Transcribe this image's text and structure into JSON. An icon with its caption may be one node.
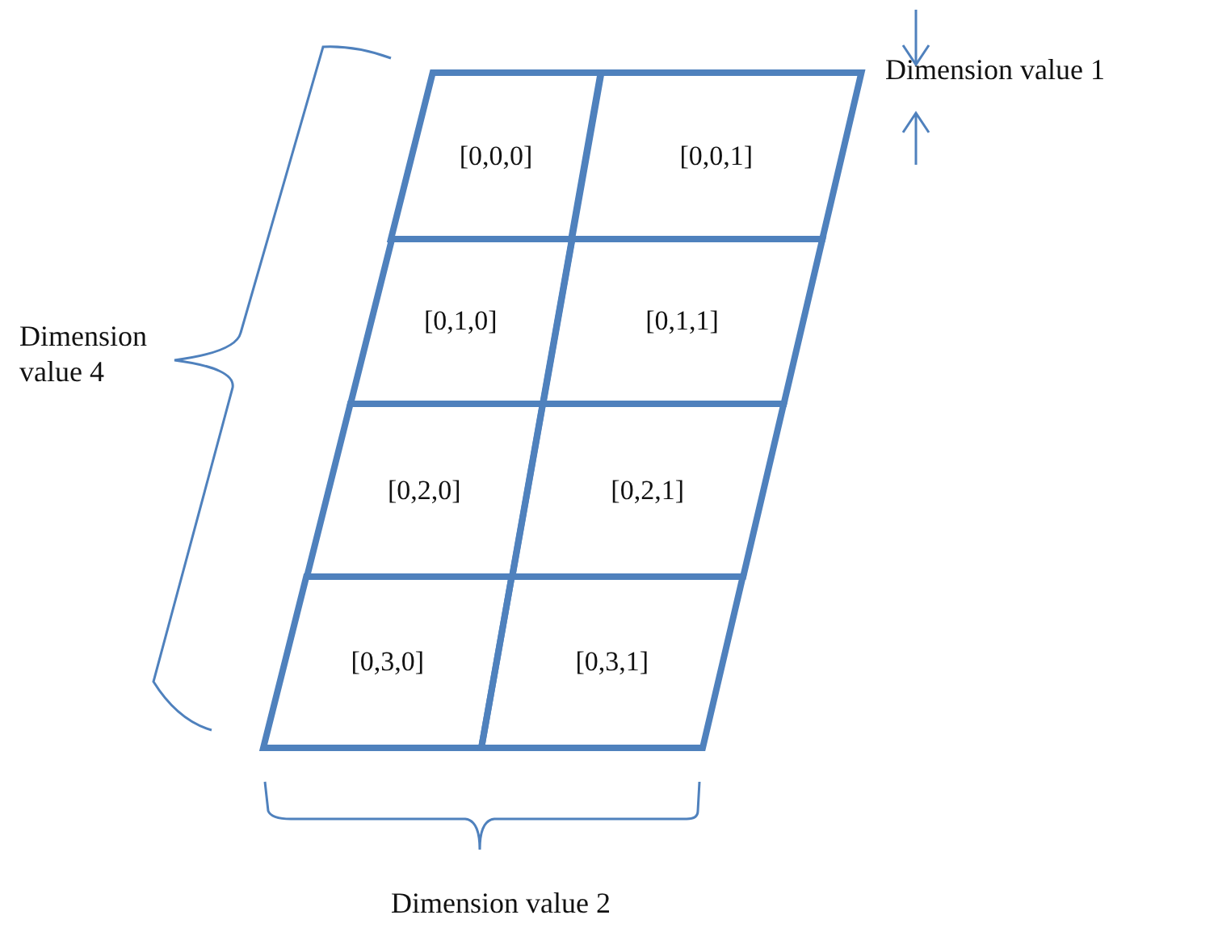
{
  "diagram": {
    "nodes": [
      {
        "text": [
          "[0,0,0]"
        ]
      },
      {
        "text": [
          "[0,0,1]"
        ]
      },
      {
        "text": [
          "[0,1,0]"
        ]
      },
      {
        "text": [
          "[0,1,1]"
        ]
      },
      {
        "text": [
          "[0,2,0]"
        ]
      },
      {
        "text": [
          "[0,2,1]"
        ]
      },
      {
        "text": [
          "[0,3,0]"
        ]
      },
      {
        "text": [
          "[0,3,1]"
        ]
      }
    ],
    "edges": [],
    "labels": [
      "Dimension value 1",
      "Dimension value 4",
      "Dimension value 2"
    ]
  }
}
